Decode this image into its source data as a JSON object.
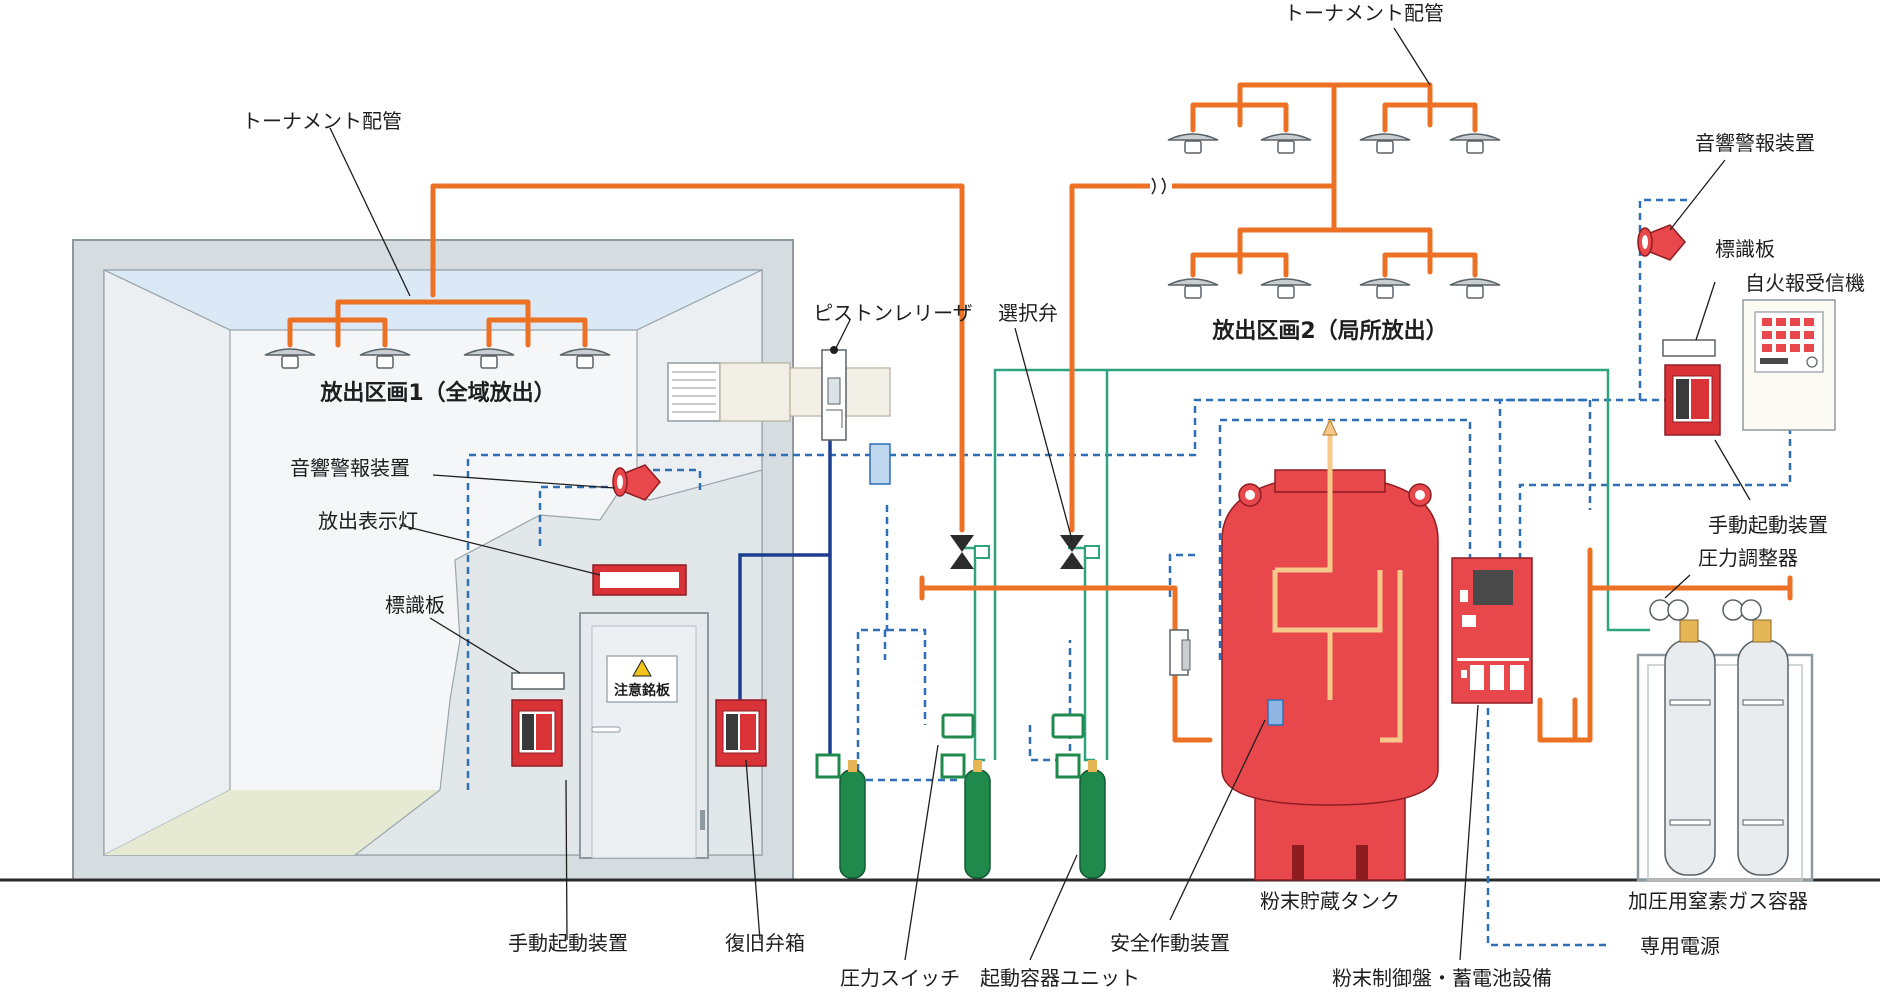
{
  "labels": {
    "tournament_pipe_1": "トーナメント配管",
    "tournament_pipe_2": "トーナメント配管",
    "zone1": "放出区画1（全域放出）",
    "zone2": "放出区画2（局所放出）",
    "alarm_1": "音響警報装置",
    "alarm_2": "音響警報装置",
    "discharge_lamp": "放出表示灯",
    "sign_1": "標識板",
    "sign_2": "標識板",
    "caution_plate": "注意銘板",
    "manual_start_1": "手動起動装置",
    "manual_start_2": "手動起動装置",
    "reset_valve_box": "復旧弁箱",
    "piston_releaser": "ピストンレリーザ",
    "selector_valve": "選択弁",
    "pressure_switch": "圧力スイッチ",
    "starter_unit": "起動容器ユニット",
    "safety_device": "安全作動装置",
    "powder_tank": "粉末貯蔵タンク",
    "control_panel": "粉末制御盤・蓄電池設備",
    "dedicated_power": "専用電源",
    "fire_alarm_receiver": "自火報受信機",
    "pressure_regulator": "圧力調整器",
    "nitrogen_container": "加圧用窒素ガス容器"
  },
  "colors": {
    "pipe": "#ec7124",
    "signal_line": "#2e6fb7",
    "green_line": "#2fa37e",
    "tank": "#e8474c",
    "cylinder": "#1f8a4c",
    "device_red": "#d93338"
  }
}
